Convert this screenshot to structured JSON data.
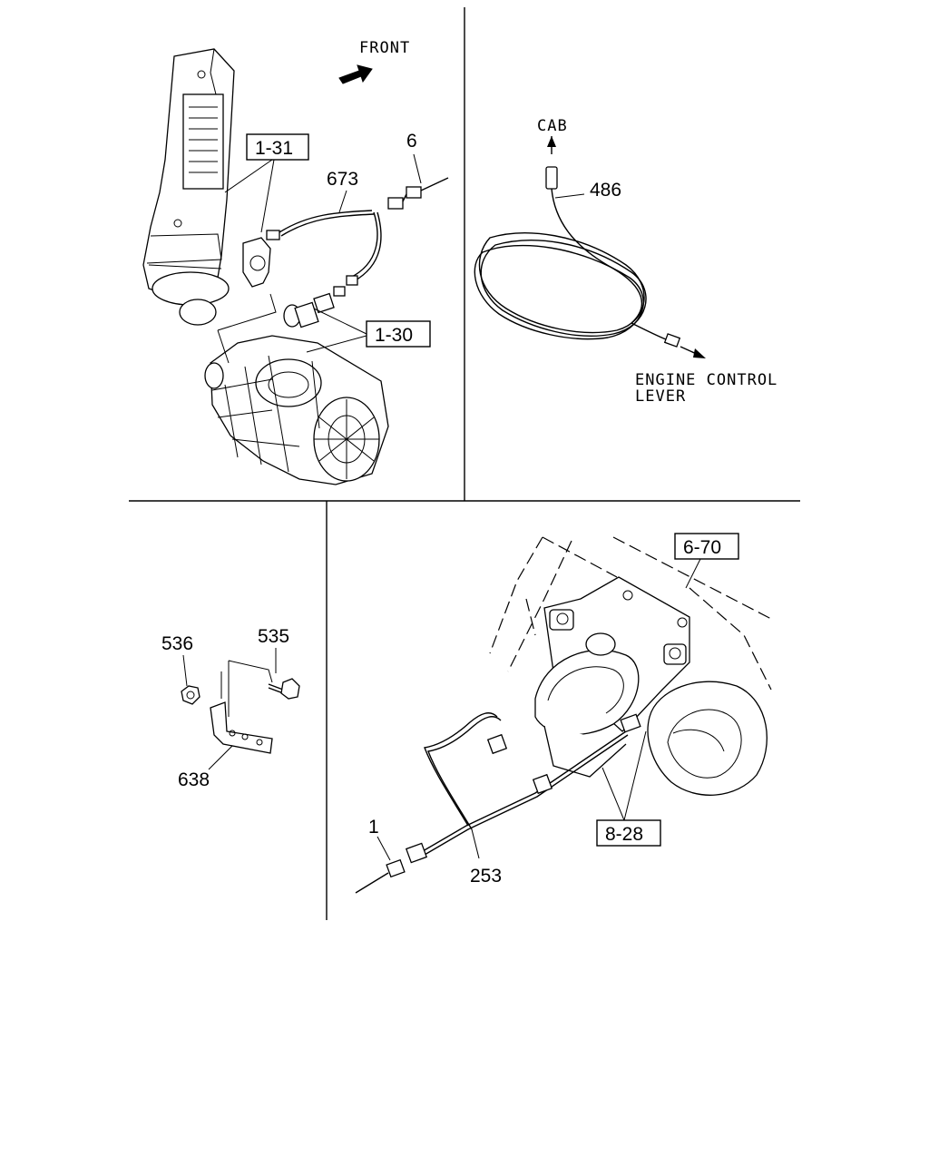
{
  "labels": {
    "front": "FRONT",
    "cab": "CAB",
    "engine_control_line1": "ENGINE CONTROL",
    "engine_control_line2": "LEVER",
    "ref_1_31": "1-31",
    "ref_1_30": "1-30",
    "ref_6_70": "6-70",
    "ref_8_28": "8-28",
    "part_6": "6",
    "part_673": "673",
    "part_486": "486",
    "part_536": "536",
    "part_535": "535",
    "part_638": "638",
    "part_1": "1",
    "part_253": "253"
  }
}
